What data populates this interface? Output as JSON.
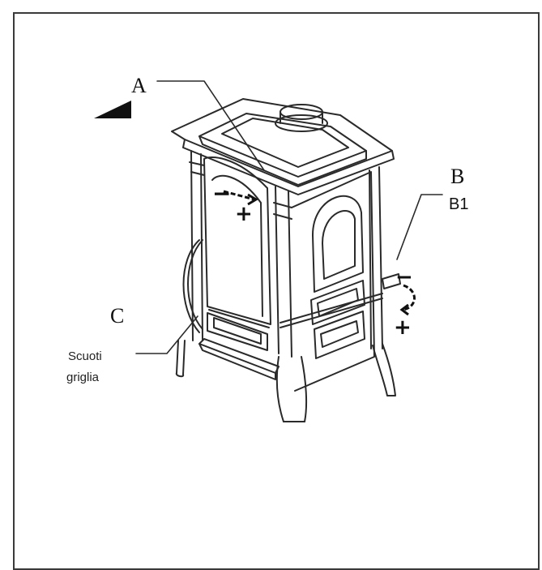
{
  "labels": {
    "a": "A",
    "b": "B",
    "b1": "B1",
    "c": "C",
    "shaker_line1": "Scuoti",
    "shaker_line2": "griglia"
  },
  "symbols": {
    "minus": "−",
    "plus": "+"
  },
  "icons": [
    "air-slider-arrow-icon",
    "rotate-knob-arrow-icon",
    "direction-triangle-icon"
  ],
  "colors": {
    "line": "#2a2a2a",
    "frame": "#3a3a3a"
  }
}
